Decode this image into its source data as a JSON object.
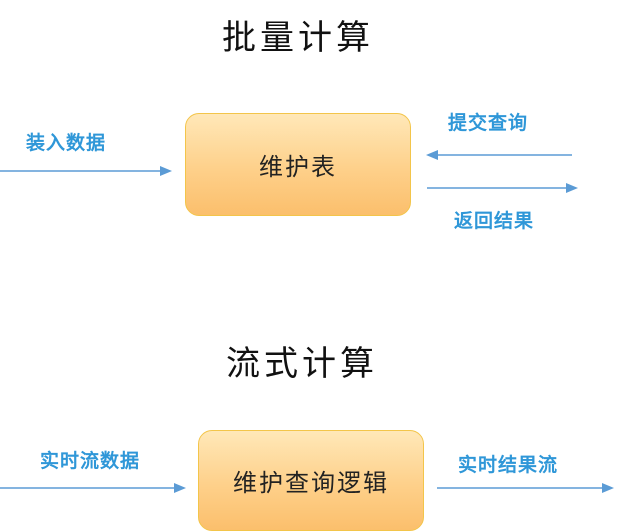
{
  "batch": {
    "title": "批量计算",
    "box_label": "维护表",
    "input_label": "装入数据",
    "query_label": "提交查询",
    "result_label": "返回结果"
  },
  "stream": {
    "title": "流式计算",
    "box_label": "维护查询逻辑",
    "input_label": "实时流数据",
    "output_label": "实时结果流"
  },
  "colors": {
    "arrow": "#5b9bd5",
    "label": "#2f97d8",
    "box_fill": "#fed08a",
    "box_border": "#f3c54a"
  }
}
